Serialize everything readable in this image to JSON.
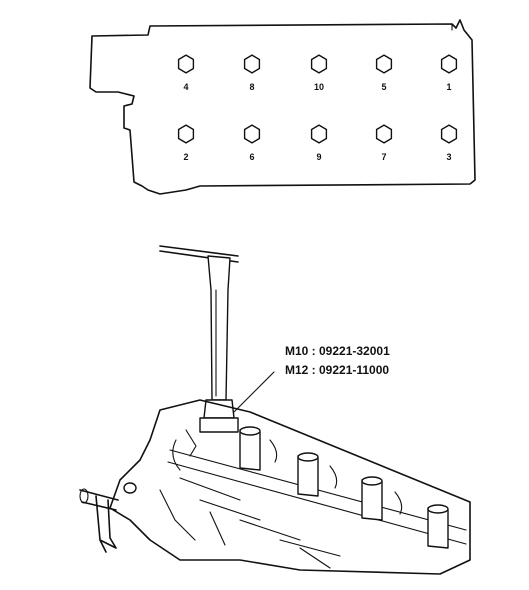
{
  "bolt_sequence": {
    "top_row": [
      "4",
      "8",
      "10",
      "5",
      "1"
    ],
    "bottom_row": [
      "2",
      "6",
      "9",
      "7",
      "3"
    ]
  },
  "tool_callout": {
    "line1": "M10 : 09221-32001",
    "line2": "M12 : 09221-11000"
  },
  "colors": {
    "ink": "#111111",
    "paper": "#ffffff"
  }
}
